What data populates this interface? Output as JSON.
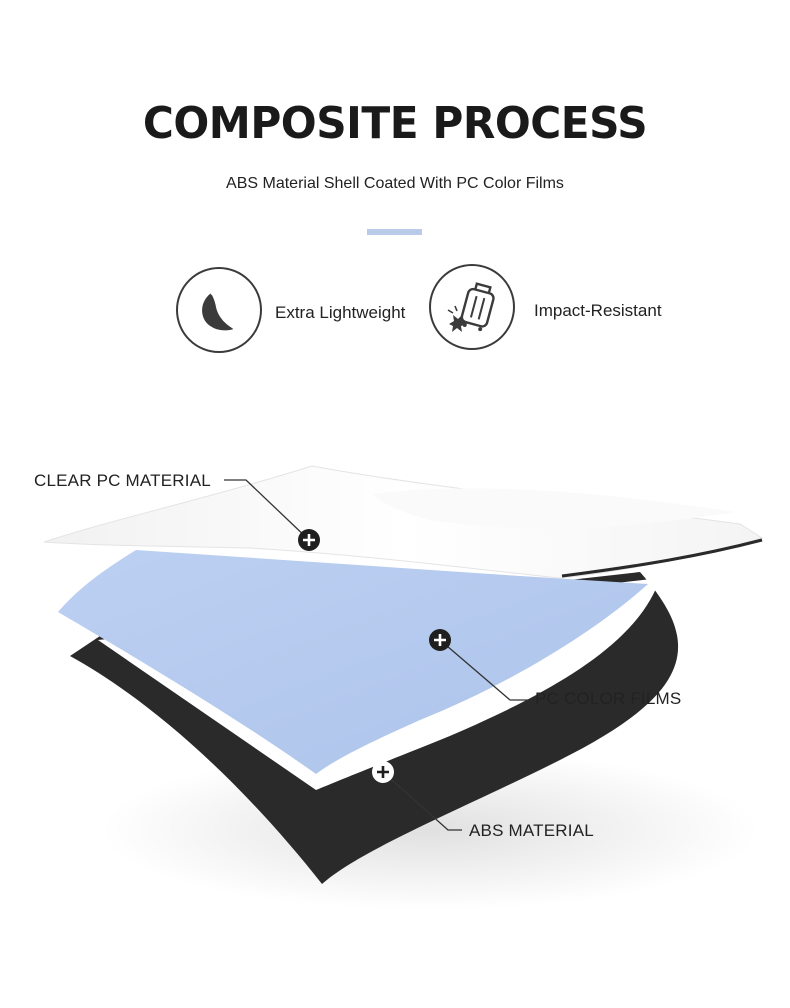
{
  "header": {
    "title": "COMPOSITE PROCESS",
    "subtitle": "ABS Material Shell Coated With PC Color Films"
  },
  "colors": {
    "accent": "#b9cbe8",
    "pc_film": "#b4c8ec",
    "abs": "#2a2a2a",
    "clear_pc": "#ffffff"
  },
  "features": [
    {
      "label": "Extra Lightweight",
      "icon": "leaf-icon"
    },
    {
      "label": "Impact-Resistant",
      "icon": "suitcase-impact-icon"
    }
  ],
  "layers": [
    {
      "label": "CLEAR PC MATERIAL",
      "marker": "plus-icon"
    },
    {
      "label": "PC COLOR FILMS",
      "marker": "plus-icon"
    },
    {
      "label": "ABS MATERIAL",
      "marker": "plus-icon"
    }
  ]
}
